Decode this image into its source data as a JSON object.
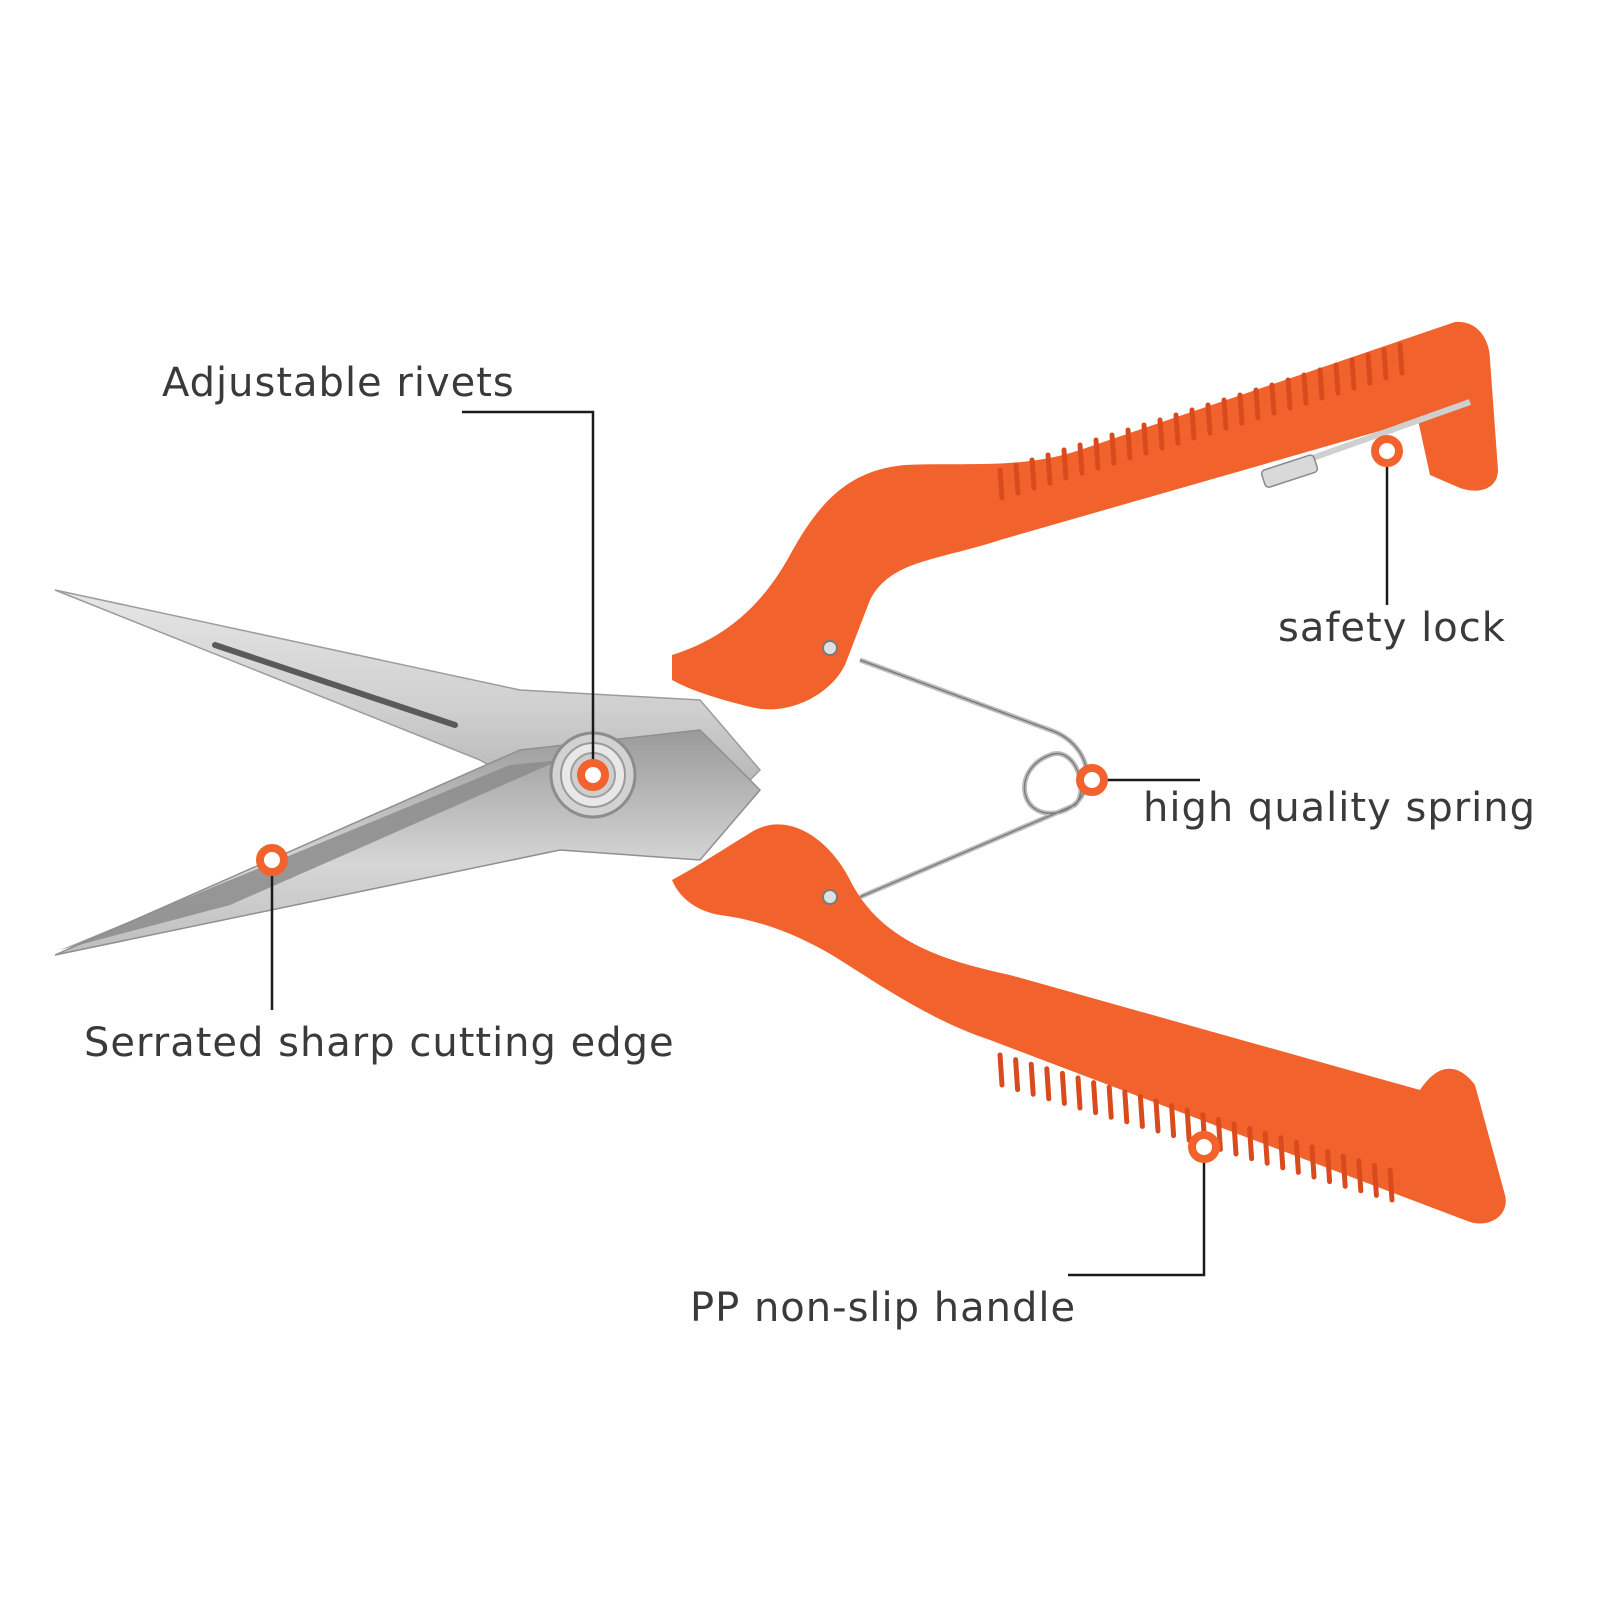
{
  "colors": {
    "handle": "#f2622d",
    "handle_dark": "#d94a1c",
    "blade": "#c9c9c9",
    "blade_dark": "#8f8f8f",
    "marker": "#f2622d",
    "leader_line": "#1a1a1a",
    "label_text": "#3a3a3a"
  },
  "callouts": [
    {
      "id": "rivets",
      "label": "Adjustable rivets"
    },
    {
      "id": "lock",
      "label": "safety lock"
    },
    {
      "id": "spring",
      "label": "high quality spring"
    },
    {
      "id": "edge",
      "label": "Serrated sharp cutting edge"
    },
    {
      "id": "handle",
      "label": "PP non-slip handle"
    }
  ]
}
